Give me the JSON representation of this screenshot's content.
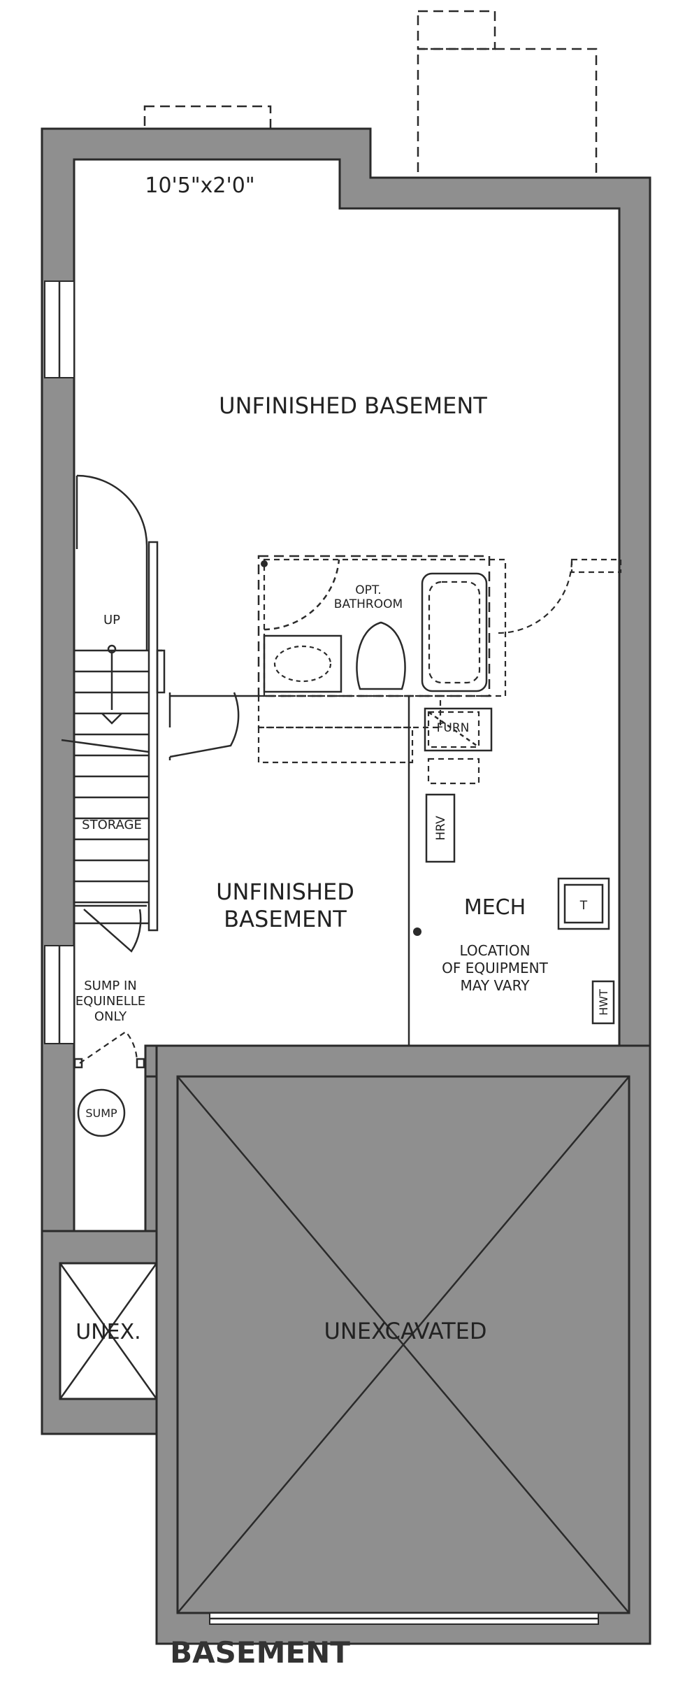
{
  "plan": {
    "title": "BASEMENT",
    "top_room_label": "UNFINISHED BASEMENT",
    "top_room_dimension": "10'5\"x2'0\"",
    "center_room_label_line1": "UNFINISHED",
    "center_room_label_line2": "BASEMENT",
    "opt_bathroom_line1": "OPT.",
    "opt_bathroom_line2": "BATHROOM",
    "stair_up_label": "UP",
    "storage_label": "STORAGE",
    "furnace_label": "FURN",
    "hrv_label": "HRV",
    "mech_label": "MECH",
    "equipment_note_line1": "LOCATION",
    "equipment_note_line2": "OF EQUIPMENT",
    "equipment_note_line3": "MAY VARY",
    "thermostat_label": "T",
    "hwt_label": "HWT",
    "sump_note_line1": "SUMP IN",
    "sump_note_line2": "EQUINELLE",
    "sump_note_line3": "ONLY",
    "sump_label": "SUMP",
    "unex_label": "UNEX.",
    "unexcavated_label": "UNEXCAVATED"
  },
  "colors": {
    "wall_fill": "#8f8f8f",
    "line": "#2a2a2a",
    "text": "#222222",
    "title_text": "#333333",
    "background": "#ffffff"
  }
}
